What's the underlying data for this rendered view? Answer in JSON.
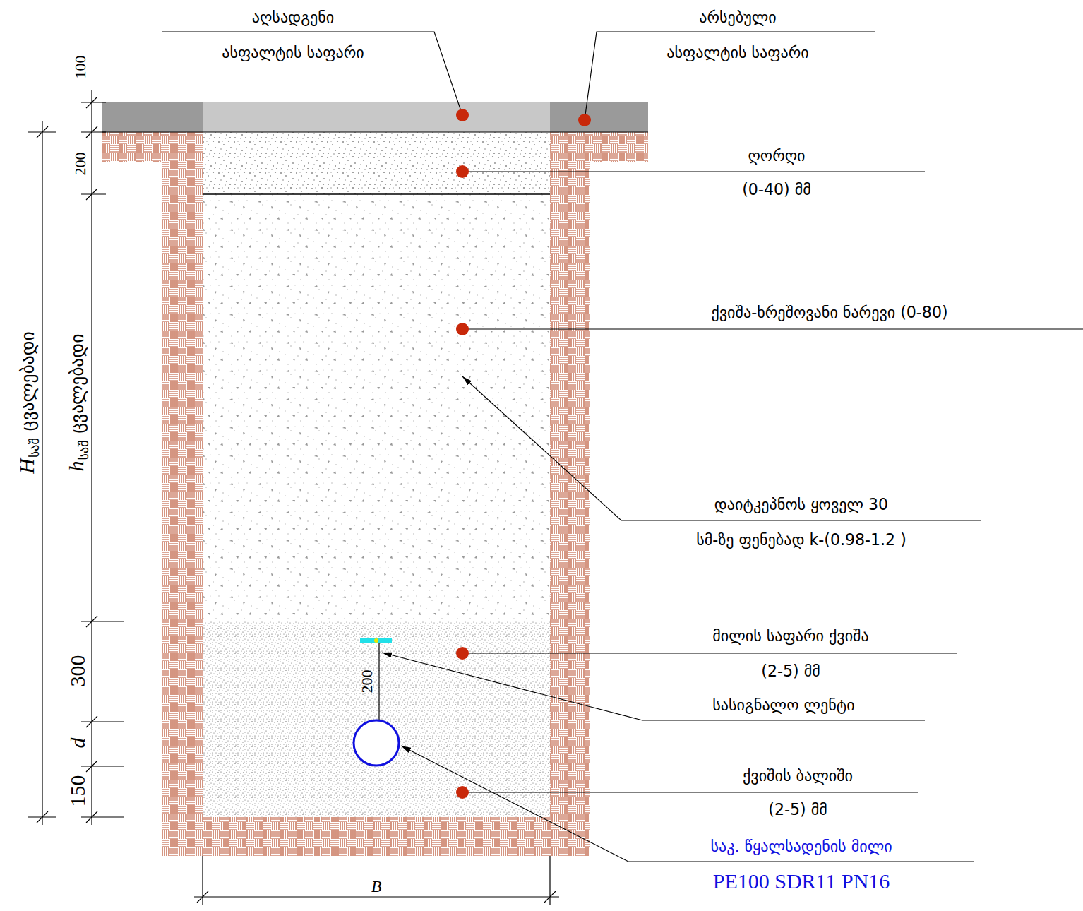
{
  "diagram": {
    "labels": [
      "აღსადგენი",
      "ასფალტის საფარი",
      "არსებული",
      "ასფალტის საფარი",
      "ღორღი",
      "(0-40) მმ",
      "ქვიშა-ხრეშოვანი ნარევი (0-80)",
      "დაიტკეპნოს ყოველ 30",
      "სმ-ზე ფენებად k-(0.98-1.2 )",
      "მილის საფარი ქვიშა",
      "(2-5) მმ",
      "სასიგნალო ლენტი",
      "ქვიშის ბალიში",
      "(2-5) მმ",
      "საკ. წყალსადენის მილი",
      "PE100 SDR11 PN16",
      "100",
      "200",
      "h",
      "საშ",
      "ცვალებადი",
      "H",
      "საშ",
      "ცვალებადი",
      "300",
      "d",
      "150",
      "200",
      "B"
    ]
  }
}
